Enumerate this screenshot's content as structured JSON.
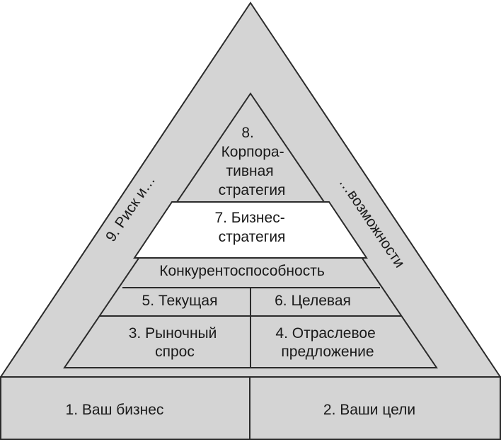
{
  "colors": {
    "fill_gray": "#d4d4d4",
    "fill_white": "#ffffff",
    "stroke": "#2b2b2b",
    "text": "#1a1a1a"
  },
  "diagram": {
    "base": {
      "left": "1. Ваш бизнес",
      "right": "2. Ваши цели"
    },
    "outer_band": {
      "left_text": "9. Риск и…",
      "right_text": "…возможности"
    },
    "levels": {
      "market_demand": [
        "3. Рыночный",
        "спрос"
      ],
      "industry_supply": [
        "4. Отраслевое",
        "предложение"
      ],
      "current": "5. Текущая",
      "target": "6. Целевая",
      "competitiveness": "Конкурентоспособность",
      "business_strategy": [
        "7. Бизнес-",
        "стратегия"
      ],
      "corporate_strategy": [
        "8.",
        "Корпора-",
        "тивная",
        "стратегия"
      ]
    }
  }
}
